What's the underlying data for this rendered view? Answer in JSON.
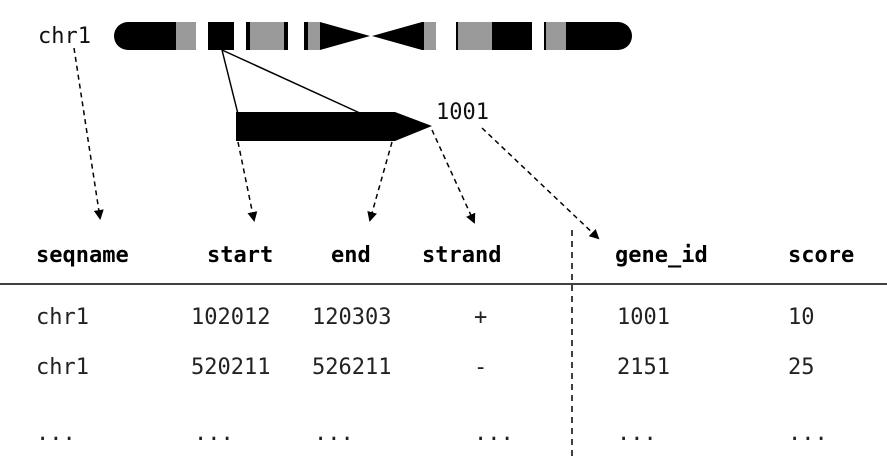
{
  "diagram": {
    "chromosome_label": "chr1",
    "gene_id_label": "1001"
  },
  "table": {
    "headers": [
      "seqname",
      "start",
      "end",
      "strand",
      "gene_id",
      "score"
    ],
    "rows": [
      [
        "chr1",
        "102012",
        "120303",
        "+",
        "1001",
        "10"
      ],
      [
        "chr1",
        "520211",
        "526211",
        "-",
        "2151",
        "25"
      ],
      [
        "...",
        "...",
        "...",
        "...",
        "...",
        "..."
      ]
    ]
  },
  "colors": {
    "chromosome": "#000000",
    "band_gray": "#9a9a9a",
    "band_white": "#ffffff",
    "line": "#000000"
  }
}
